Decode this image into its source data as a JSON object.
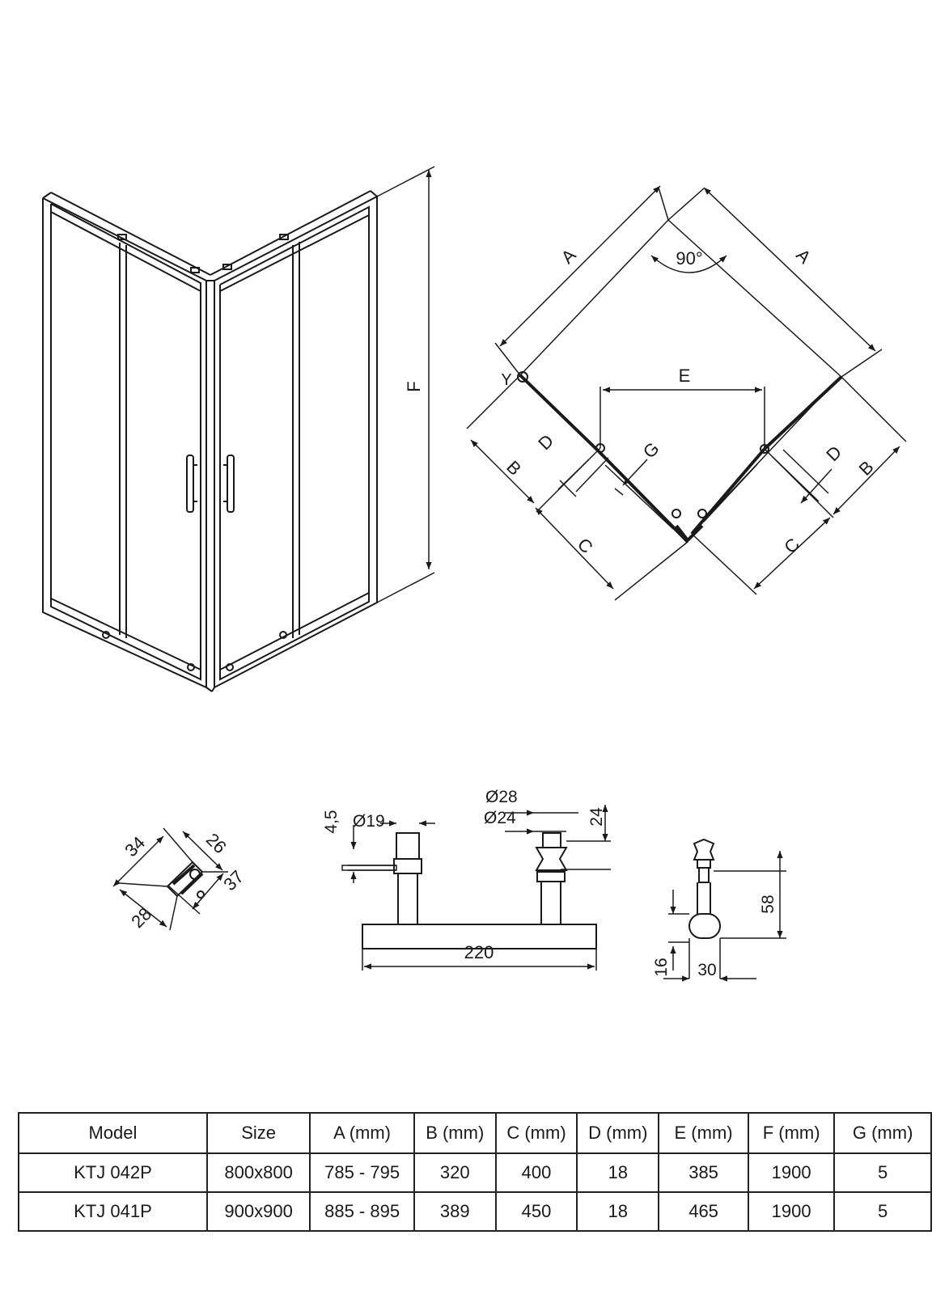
{
  "enclosure_view": {
    "height_label": "F"
  },
  "plan_view": {
    "angle_label": "90°",
    "labels": {
      "a_left": "A",
      "a_right": "A",
      "b_left": "B",
      "b_right": "B",
      "c_left": "C",
      "c_right": "C",
      "d_left": "D",
      "d_right": "D",
      "e": "E",
      "g": "G",
      "y": "Y"
    }
  },
  "profile_detail": {
    "dims": [
      "34",
      "26",
      "37",
      "28"
    ]
  },
  "handle_detail": {
    "d28": "Ø28",
    "d24": "Ø24",
    "d19": "Ø19",
    "h45": "4,5",
    "h24": "24",
    "length": "220"
  },
  "handle_side": {
    "h58": "58",
    "h16": "16",
    "w30": "30"
  },
  "spec_table": {
    "headers": [
      "Model",
      "Size",
      "A (mm)",
      "B (mm)",
      "C (mm)",
      "D (mm)",
      "E (mm)",
      "F (mm)",
      "G (mm)"
    ],
    "rows": [
      [
        "KTJ 042P",
        "800x800",
        "785 - 795",
        "320",
        "400",
        "18",
        "385",
        "1900",
        "5"
      ],
      [
        "KTJ 041P",
        "900x900",
        "885 - 895",
        "389",
        "450",
        "18",
        "465",
        "1900",
        "5"
      ]
    ]
  }
}
